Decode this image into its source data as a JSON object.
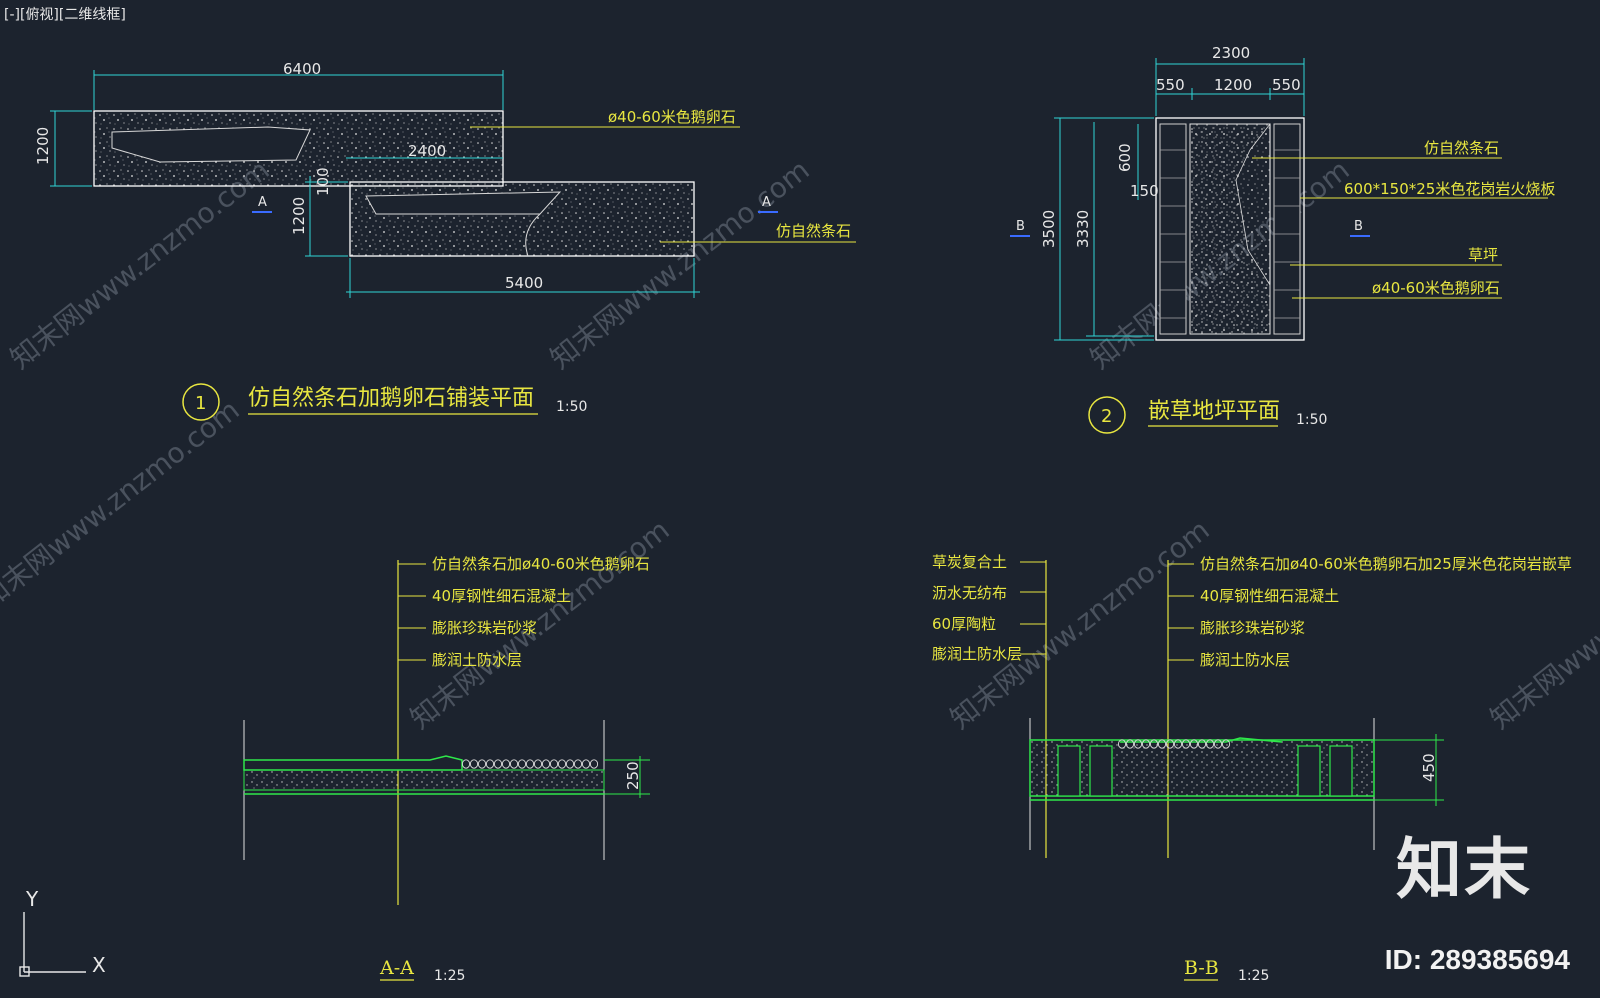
{
  "viewport_label": "[-][俯视][二维线框]",
  "plan1": {
    "number": "1",
    "title": "仿自然条石加鹅卵石铺装平面",
    "scale": "1:50",
    "dims": {
      "top": "6400",
      "left": "1200",
      "mid": "2400",
      "gap": "100",
      "left2": "1200",
      "bottom": "5400"
    },
    "section_marks": [
      "A",
      "A"
    ],
    "callouts": [
      "ø40-60米色鹅卵石",
      "仿自然条石"
    ]
  },
  "plan2": {
    "number": "2",
    "title": "嵌草地坪平面",
    "scale": "1:50",
    "dims": {
      "total_w": "2300",
      "w1": "550",
      "w2": "1200",
      "w3": "550",
      "h_outer": "3500",
      "h_inner": "3330",
      "h600": "600",
      "h150": "150"
    },
    "section_marks": [
      "B",
      "B"
    ],
    "callouts": [
      "仿自然条石",
      "600*150*25米色花岗岩火烧板",
      "草坪",
      "ø40-60米色鹅卵石"
    ]
  },
  "sectionA": {
    "title": "A-A",
    "scale": "1:25",
    "height": "250",
    "layers": [
      "仿自然条石加ø40-60米色鹅卵石",
      "40厚钢性细石混凝土",
      "膨胀珍珠岩砂浆",
      "膨润土防水层"
    ]
  },
  "sectionB": {
    "title": "B-B",
    "scale": "1:25",
    "height": "450",
    "left_layers": [
      "草炭复合土",
      "沥水无纺布",
      "60厚陶粒",
      "膨润土防水层"
    ],
    "right_layers": [
      "仿自然条石加ø40-60米色鹅卵石加25厚米色花岗岩嵌草",
      "40厚钢性细石混凝土",
      "膨胀珍珠岩砂浆",
      "膨润土防水层"
    ]
  },
  "axes": {
    "y": "Y",
    "x": "X"
  },
  "watermark": {
    "logo": "知末",
    "id": "ID: 289385694",
    "site": "知末网www.znzmo.com"
  },
  "colors": {
    "bg": "#1c232e",
    "dim": "#2fd6d6",
    "text": "#e8e640",
    "line": "#e8e640",
    "geometry": "#ffffff",
    "section": "#2ee84a",
    "mark": "#3a6bff"
  }
}
